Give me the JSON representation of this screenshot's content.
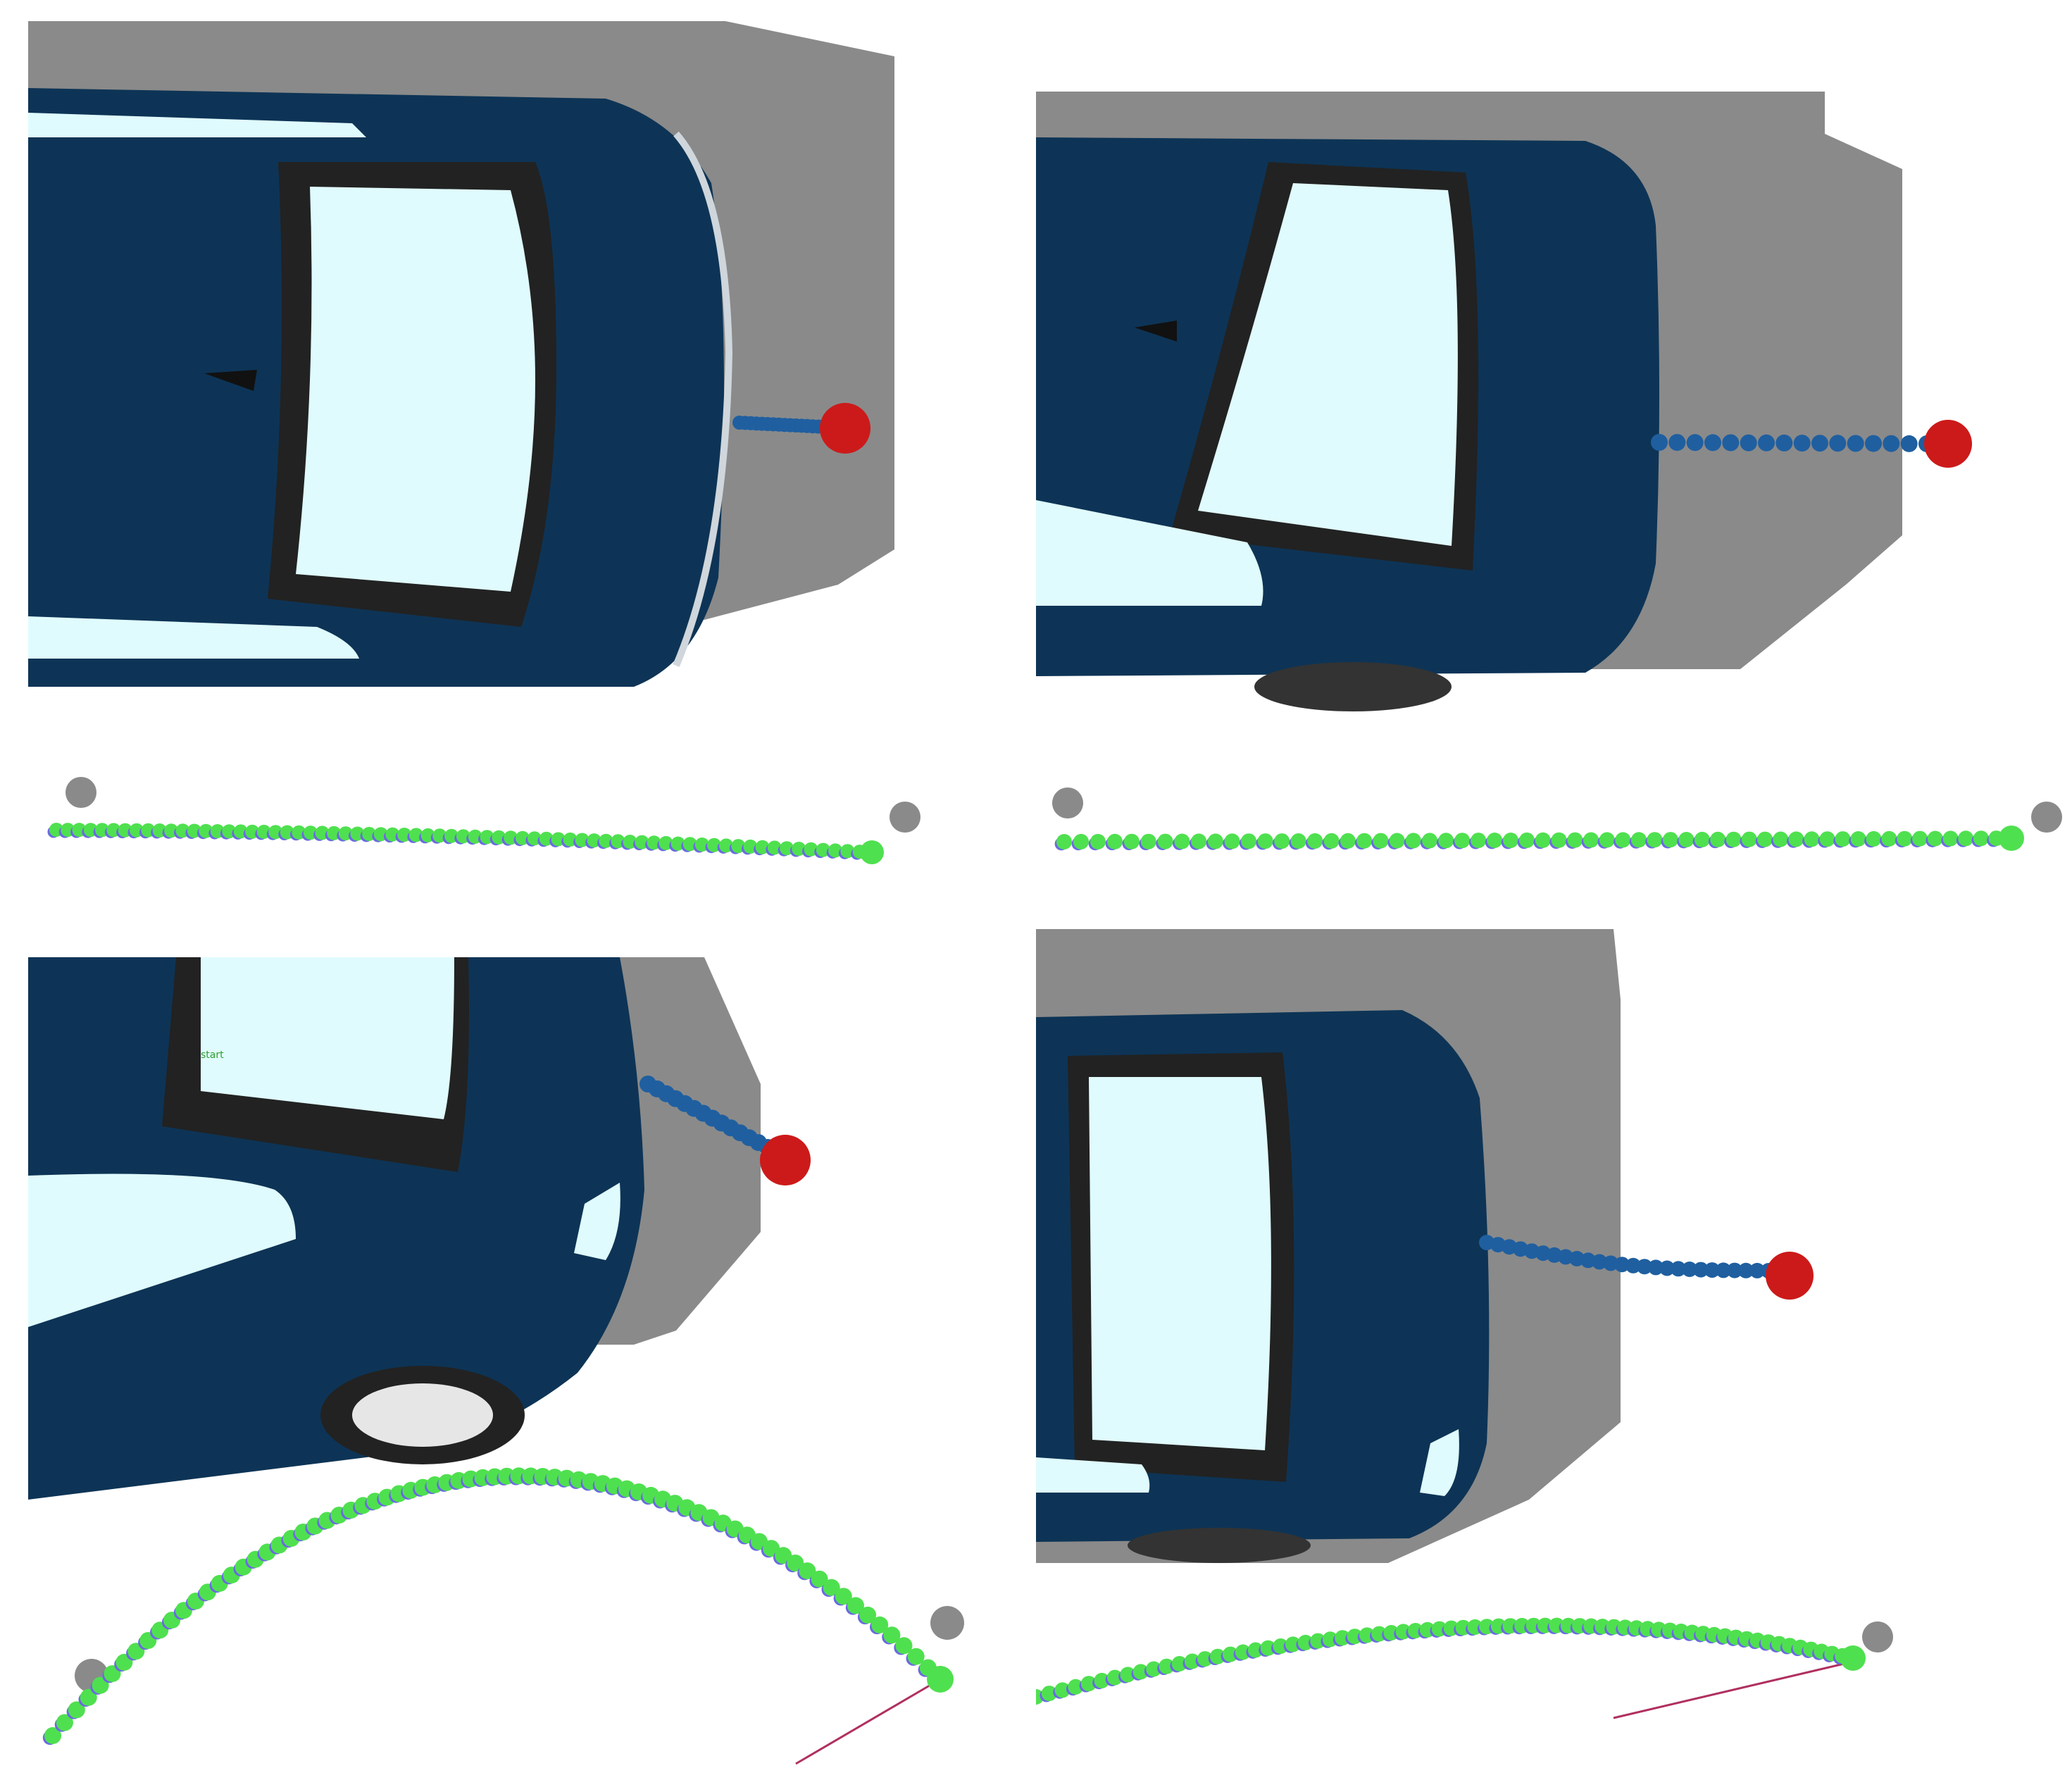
{
  "figure": {
    "panels": [
      {
        "id": "top-left",
        "caption": ""
      },
      {
        "id": "top-right",
        "caption": ""
      },
      {
        "id": "bottom-left",
        "caption": "",
        "label": "start"
      },
      {
        "id": "bottom-right",
        "caption": ""
      }
    ]
  },
  "colors": {
    "background": "#ffffff",
    "car_body": "#0d3456",
    "window": "#e0fbfd",
    "window_frame": "#222222",
    "shadow": "#8a8a8a",
    "trail_blue": "#1f5fa0",
    "target_red": "#cc1a1a",
    "path_green": "#4fe04f",
    "path_purple": "#6a6ae0",
    "path_line": "#b03060"
  },
  "icons": [
    "car-icon",
    "target-sphere-icon",
    "path-bead-icon"
  ]
}
